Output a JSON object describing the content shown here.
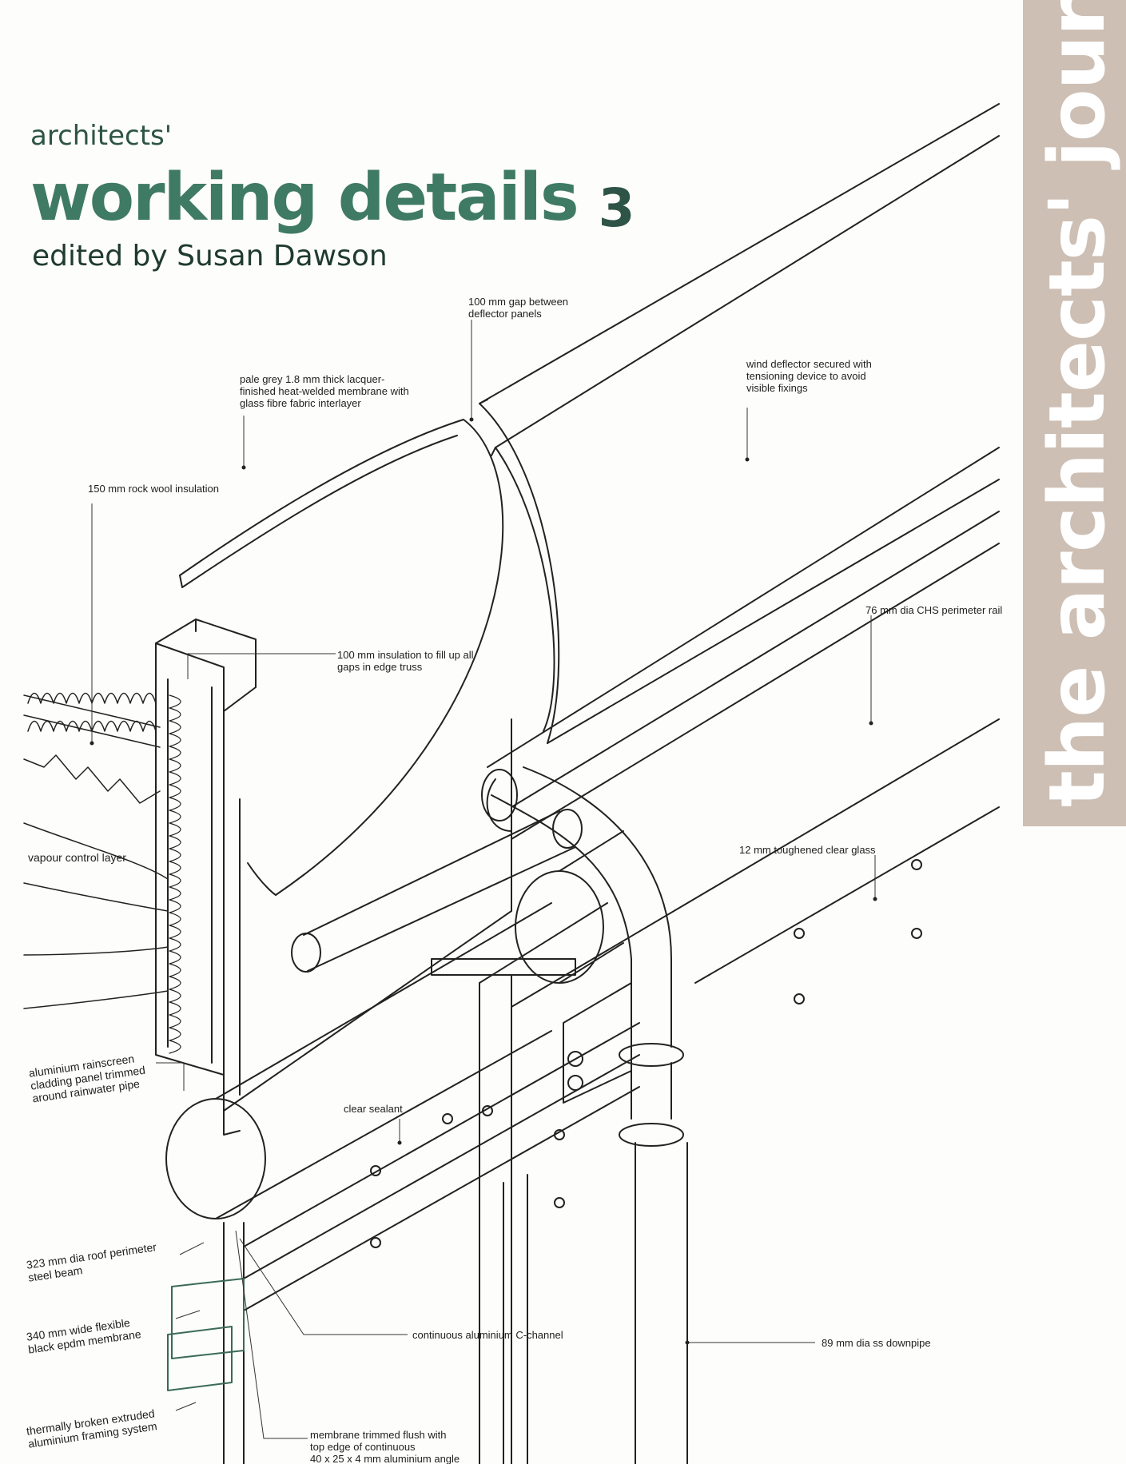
{
  "cover": {
    "kicker": "architects'",
    "title": "working details",
    "volume": "3",
    "editor": "edited by Susan Dawson",
    "spine_text": "the architects' journal",
    "colors": {
      "title": "#3f7a64",
      "spine": "#cdbfb4",
      "spine_text": "#ffffff"
    }
  },
  "labels": {
    "gap": [
      "100 mm gap between",
      "deflector panels"
    ],
    "membrane": [
      "pale grey 1.8 mm thick lacquer-",
      "finished heat-welded membrane with",
      "glass fibre fabric interlayer"
    ],
    "wind": [
      "wind deflector secured with",
      "tensioning device to avoid",
      "visible fixings"
    ],
    "rockwool": [
      "150 mm rock wool insulation"
    ],
    "insulation": [
      "100 mm insulation to fill up all",
      "gaps in edge truss"
    ],
    "rail": [
      "76 mm dia CHS perimeter rail"
    ],
    "vapour": [
      "vapour control layer"
    ],
    "glass": [
      "12 mm toughened clear glass"
    ],
    "cladding": [
      "aluminium rainscreen",
      "cladding panel trimmed",
      "around rainwater pipe"
    ],
    "sealant": [
      "clear sealant"
    ],
    "beam": [
      "323 mm dia roof perimeter",
      "steel beam"
    ],
    "epdm": [
      "340 mm wide flexible",
      "black epdm membrane"
    ],
    "cchannel": [
      "continuous aluminium C-channel"
    ],
    "downpipe": [
      "89 mm dia ss downpipe"
    ],
    "framing": [
      "thermally broken extruded",
      "aluminium framing system"
    ],
    "trimmed": [
      "membrane trimmed flush with",
      "top edge of continuous",
      "40 x 25 x 4 mm aluminium angle"
    ]
  }
}
